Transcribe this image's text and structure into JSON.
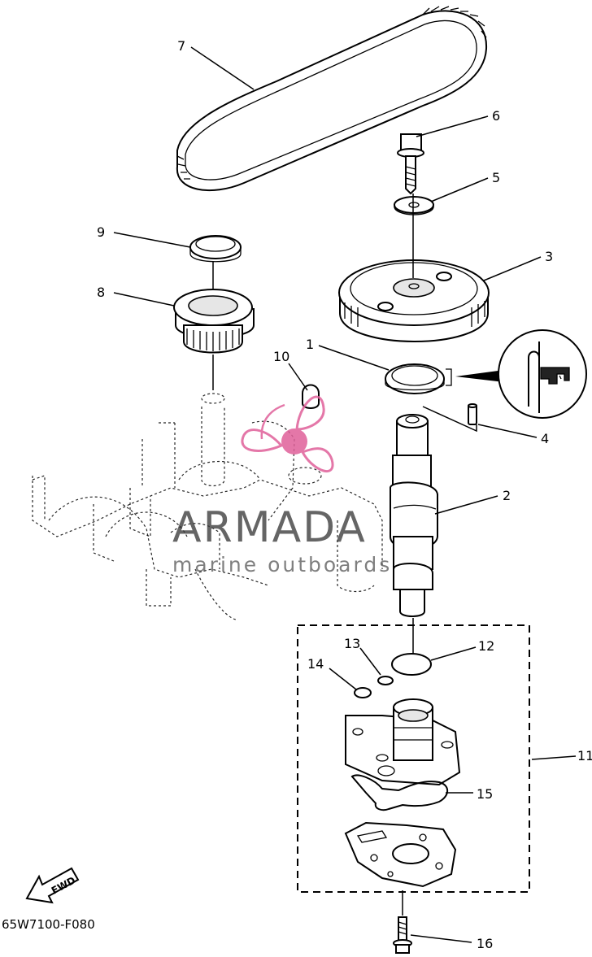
{
  "diagram": {
    "code": "65W7100-F080",
    "fwd_label": "FWD",
    "callouts": {
      "c1": "1",
      "c2": "2",
      "c3": "3",
      "c4": "4",
      "c5": "5",
      "c6": "6",
      "c7": "7",
      "c8": "8",
      "c9": "9",
      "c10": "10",
      "c11": "11",
      "c12": "12",
      "c13": "13",
      "c14": "14",
      "c15": "15",
      "c16": "16"
    }
  },
  "watermark": {
    "brand": "ARMADA",
    "tagline": "marine outboards",
    "logo_icon": "propeller-logo-icon",
    "logo_color": "#e0609a"
  }
}
